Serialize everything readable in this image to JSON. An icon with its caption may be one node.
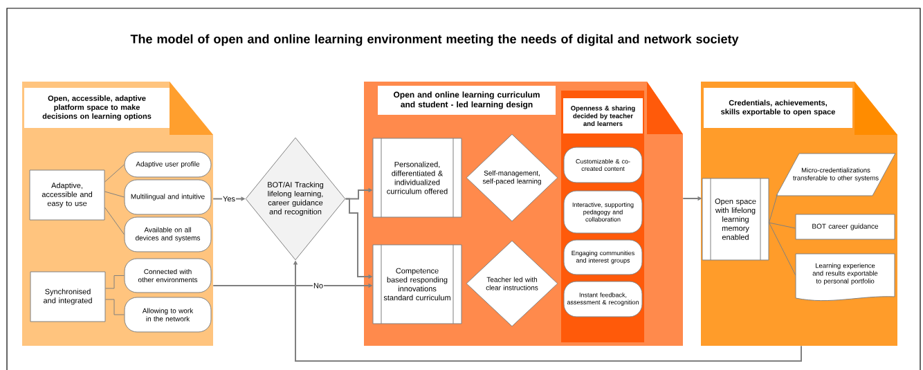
{
  "diagram": {
    "title": "The model of open and online learning environment meeting the needs of digital and network society",
    "nodes": [
      {
        "text": [
          "Open, accessible, adaptive platform space to make decisions on learning options"
        ]
      },
      {
        "text": [
          "Adaptive, accessible and easy to use"
        ],
        "in": 0
      },
      {
        "text": [
          "Adaptive user profile"
        ],
        "in": 0
      },
      {
        "text": [
          "Multilingual and intuitive"
        ],
        "in": 0
      },
      {
        "text": [
          "Available on all devices and systems"
        ],
        "in": 0
      },
      {
        "text": [
          "Synchronised and integrated"
        ],
        "in": 0
      },
      {
        "text": [
          "Connected with other environments"
        ],
        "in": 0
      },
      {
        "text": [
          "Allowing to work in the network"
        ],
        "in": 0
      },
      {
        "text": [
          "BOT/AI Tracking lifelong learning, career guidance and recognition"
        ]
      },
      {
        "text": [
          "Open and online learning curriculum and student - led learning design"
        ]
      },
      {
        "text": [
          "Openness & sharing decided by teacher and learners"
        ],
        "in": 9
      },
      {
        "text": [
          "Personalized, differentiated & individualized curriculum offered"
        ],
        "in": 9
      },
      {
        "text": [
          "Self-management, self-paced learning"
        ],
        "in": 9
      },
      {
        "text": [
          "Competence based responding innovations standard curriculum"
        ],
        "in": 9
      },
      {
        "text": [
          "Teacher led with clear instructions"
        ],
        "in": 9
      },
      {
        "text": [
          "Customizable & co-created content"
        ],
        "in": 10
      },
      {
        "text": [
          "Interactive, supporting pedagogy and collaboration"
        ],
        "in": 10
      },
      {
        "text": [
          "Engaging communities and interest groups"
        ],
        "in": 10
      },
      {
        "text": [
          "Instant feedback, assessment & recognition"
        ],
        "in": 10
      },
      {
        "text": [
          "Credentials, achievements, skills exportable to open space"
        ]
      },
      {
        "text": [
          "Open space with lifelong learning memory enabled"
        ],
        "in": 19
      },
      {
        "text": [
          "Micro-credentializations transferable to other systems"
        ],
        "in": 19
      },
      {
        "text": [
          "BOT career guidance"
        ],
        "in": 19
      },
      {
        "text": [
          "Learning experience and results exportable to personal portfolio"
        ],
        "in": 19
      }
    ],
    "edges": [
      {
        "from": 1,
        "to": 2,
        "arrow": "none"
      },
      {
        "from": 1,
        "to": 3,
        "arrow": "none"
      },
      {
        "from": 1,
        "to": 4,
        "arrow": "none"
      },
      {
        "from": 5,
        "to": 6,
        "arrow": "none"
      },
      {
        "from": 5,
        "to": 7,
        "arrow": "none"
      },
      {
        "from": 0,
        "to": 8,
        "arrow": "to",
        "label": "Yes"
      },
      {
        "from": 8,
        "to": 11,
        "arrow": "to"
      },
      {
        "from": 8,
        "to": 13,
        "arrow": "to"
      },
      {
        "from": 0,
        "to": 13,
        "arrow": "to",
        "label": "No"
      },
      {
        "from": 9,
        "to": 20,
        "arrow": "to"
      },
      {
        "from": 19,
        "to": 8,
        "arrow": "to"
      },
      {
        "from": 20,
        "to": 21,
        "arrow": "none"
      },
      {
        "from": 20,
        "to": 22,
        "arrow": "none"
      },
      {
        "from": 20,
        "to": 23,
        "arrow": "none"
      }
    ]
  }
}
